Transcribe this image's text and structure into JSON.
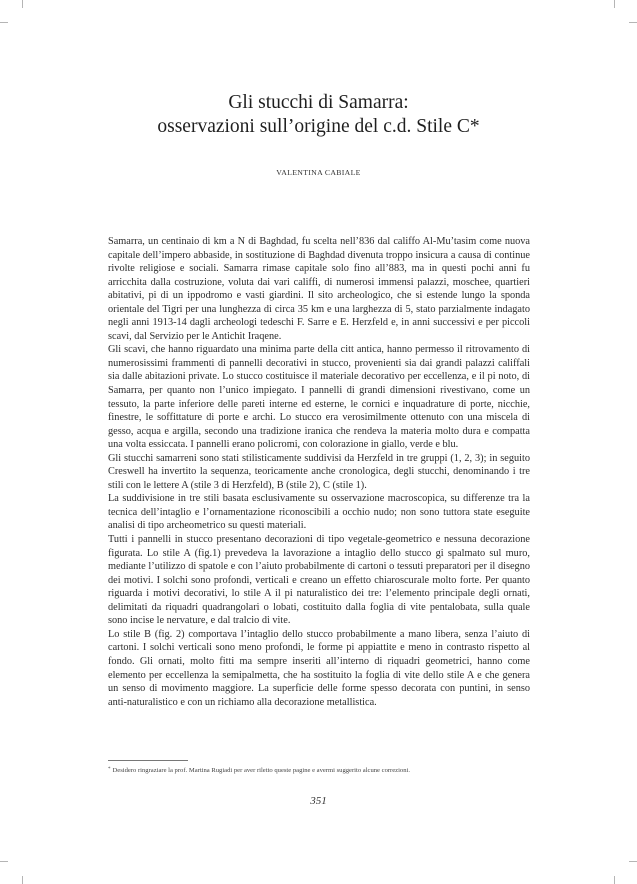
{
  "header": {
    "title_line1": "Gli stucchi di Samarra:",
    "title_line2": "osservazioni sull’origine del c.d. Stile C*",
    "author": "VALENTINA CABIALE"
  },
  "body": {
    "paragraphs": [
      "Samarra, un centinaio di km a N di Baghdad, fu scelta nell’836 dal califfo Al-Mu’tasim come nuova capitale dell’impero abbaside, in sostituzione di Baghdad divenuta troppo insicura a causa di continue rivolte religiose e sociali. Samarra rimase capitale solo fino all’883, ma in questi pochi anni fu arricchita dalla costruzione, voluta dai vari califfi, di numerosi immensi palazzi, moschee, quartieri abitativi, pi   di un ippodromo e vasti giardini. Il sito archeologico, che si estende lungo la sponda orientale del Tigri per una lunghezza di circa 35 km e una larghezza di 5,   stato parzialmente indagato negli anni 1913-14 dagli archeologi tedeschi F. Sarre e E. Herzfeld e, in anni successivi e per piccoli scavi, dal Servizio per le Antichit   Iraqene.",
      "Gli scavi, che hanno riguardato una minima parte della citt   antica, hanno permesso il ritrovamento di numerosissimi frammenti di pannelli decorativi in stucco, provenienti sia dai grandi palazzi califfali sia dalle abitazioni private. Lo stucco costituisce il materiale decorativo per eccellenza, e il pi   noto, di Samarra, per quanto non l’unico impiegato. I pannelli di grandi dimensioni rivestivano, come un tessuto, la parte inferiore delle pareti interne ed esterne, le cornici e inquadrature di porte, nicchie, finestre, le soffittature di porte e archi. Lo stucco era verosimilmente ottenuto con una miscela di gesso, acqua e argilla, secondo una tradizione iranica che rendeva la materia molto dura e compatta una volta essiccata. I pannelli erano policromi, con colorazione in giallo, verde e blu.",
      "Gli stucchi samarreni sono stati stilisticamente suddivisi da Herzfeld in tre gruppi (1, 2, 3); in seguito Creswell ha invertito la sequenza, teoricamente anche cronologica, degli stucchi, denominando i tre stili con le lettere A (stile 3 di Herzfeld), B (stile 2), C (stile 1).",
      "La suddivisione in tre stili   basata esclusivamente su osservazione macroscopica, su differenze tra la tecnica dell’intaglio e l’ornamentazione riconoscibili a occhio nudo; non sono tuttora state eseguite analisi di tipo archeometrico su questi materiali.",
      "Tutti i pannelli in stucco presentano decorazioni di tipo vegetale-geometrico e nessuna decorazione figurata. Lo stile A (fig.1) prevedeva la lavorazione a intaglio dello stucco gi   spalmato sul muro, mediante l’utilizzo di spatole e con l’aiuto probabilmente di cartoni o tessuti preparatori per il disegno dei motivi. I solchi sono profondi, verticali e creano un effetto chiaroscurale molto forte. Per quanto riguarda i motivi decorativi, lo stile A   il pi   naturalistico dei tre: l’elemento principale degli ornati, delimitati da riquadri quadrangolari o lobati,   costituito dalla foglia di vite pentalobata, sulla quale sono incise le nervature, e dal tralcio di vite.",
      "Lo stile B (fig. 2) comportava l’intaglio dello stucco probabilmente a mano libera, senza l’aiuto di cartoni. I solchi verticali sono meno profondi, le forme pi   appiattite e meno in contrasto rispetto al fondo. Gli ornati, molto fitti ma sempre inseriti all’interno di riquadri geometrici, hanno come elemento per eccellenza la semipalmetta, che ha sostituito la foglia di vite dello stile A e che genera un senso di movimento maggiore. La superficie delle forme   spesso decorata con puntini, in senso anti-naturalistico e con un richiamo alla decorazione metallistica."
    ]
  },
  "footnote": {
    "marker": "*",
    "text": "Desidero ringraziare la prof. Martina Rugiadi per aver riletto queste pagine e avermi suggerito alcune correzioni."
  },
  "page_number": "351"
}
